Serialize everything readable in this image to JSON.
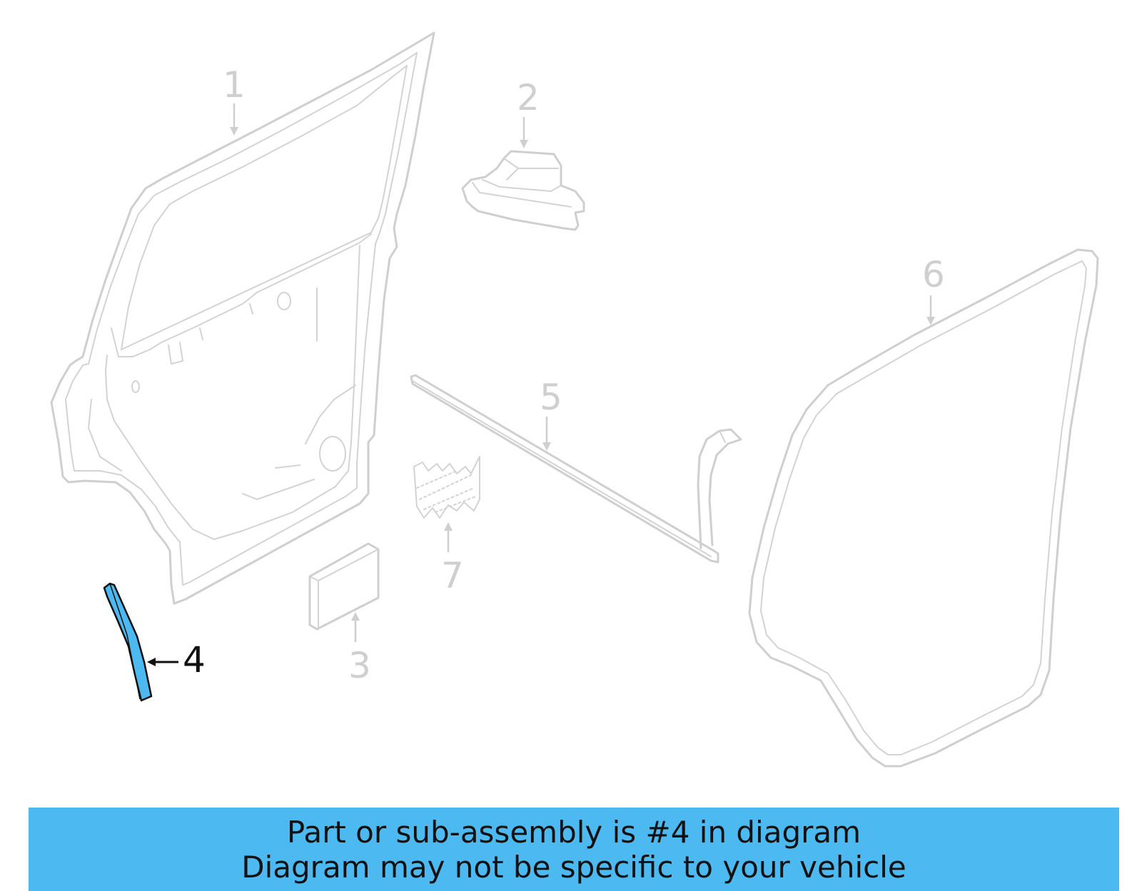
{
  "diagram": {
    "callouts": [
      {
        "id": "1",
        "label": "1",
        "highlighted": false
      },
      {
        "id": "2",
        "label": "2",
        "highlighted": false
      },
      {
        "id": "3",
        "label": "3",
        "highlighted": false
      },
      {
        "id": "4",
        "label": "4",
        "highlighted": true
      },
      {
        "id": "5",
        "label": "5",
        "highlighted": false
      },
      {
        "id": "6",
        "label": "6",
        "highlighted": false
      },
      {
        "id": "7",
        "label": "7",
        "highlighted": false
      }
    ],
    "colors": {
      "part_outline": "#cfcfcf",
      "highlight_fill": "#4cbaf1",
      "highlight_stroke": "#111111",
      "banner_background": "#4cbaf1"
    }
  },
  "banner": {
    "line1": "Part or sub-assembly is #4 in diagram",
    "line2": "Diagram may not be specific to your vehicle"
  }
}
